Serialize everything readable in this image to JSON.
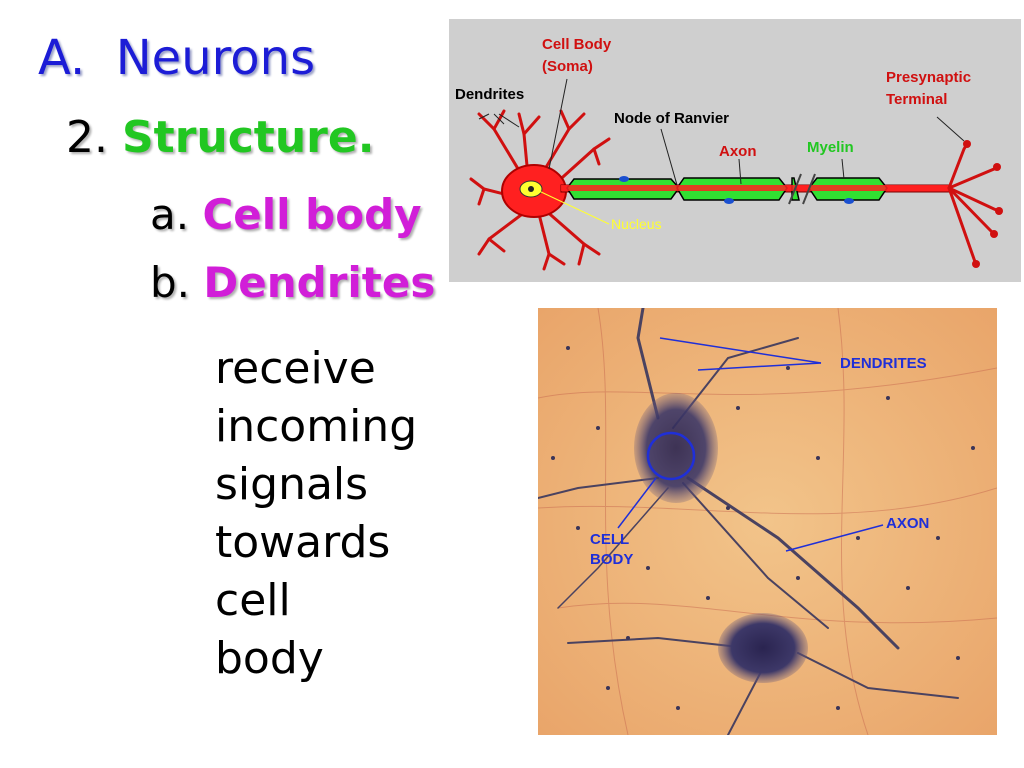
{
  "slide": {
    "heading": "A.  Neurons",
    "sub2_num": "2. ",
    "sub2_label": "Structure.",
    "suba_letter": "a. ",
    "suba_label": "Cell body",
    "subb_letter": "b. ",
    "subb_label": "Dendrites",
    "body_lines": [
      "receive",
      "incoming",
      "signals",
      "towards",
      "cell",
      "body"
    ]
  },
  "diagram": {
    "labels": {
      "cell_body": "Cell Body",
      "soma": "(Soma)",
      "dendrites": "Dendrites",
      "node": "Node of Ranvier",
      "axon": "Axon",
      "myelin": "Myelin",
      "presynaptic": "Presynaptic",
      "terminal": "Terminal",
      "nucleus": "Nucleus"
    }
  },
  "micrograph": {
    "labels": {
      "dendrites": "DENDRITES",
      "axon": "AXON",
      "cell": "CELL",
      "body": "BODY"
    }
  },
  "colors": {
    "heading": "#1c1cd6",
    "structure": "#22c722",
    "highlight": "#d11ed8"
  }
}
